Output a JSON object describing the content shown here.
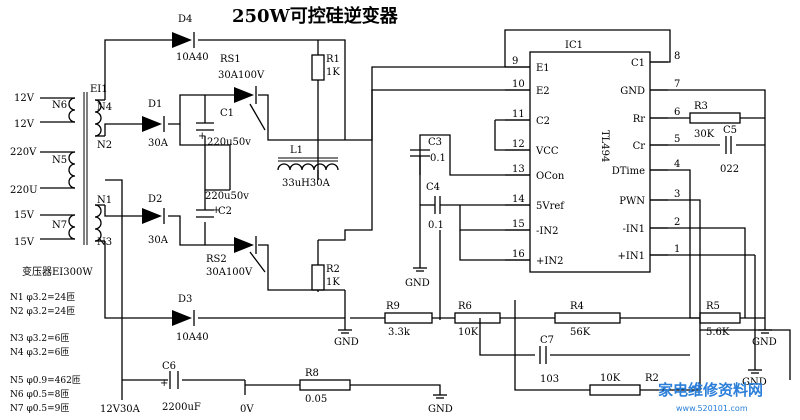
{
  "title": "250W可控硅逆变器",
  "transformer": {
    "name": "EI1",
    "label": "变压器EI300W",
    "taps": [
      "N4",
      "N2",
      "N1",
      "N3"
    ],
    "windings": [
      "N6",
      "N5",
      "N7"
    ],
    "voltages": [
      "12V",
      "12V",
      "220V",
      "220U",
      "15V",
      "15V"
    ]
  },
  "diodes": {
    "d1": "D1",
    "d1v": "30A",
    "d2": "D2",
    "d2v": "30A",
    "d3": "D3",
    "d3v": "10A40",
    "d4": "D4",
    "d4v": "10A40"
  },
  "scr": {
    "rs1": "RS1",
    "rs1v": "30A100V",
    "rs2": "RS2",
    "rs2v": "30A100V"
  },
  "caps": {
    "c1": "C1",
    "c1v": "220u50v",
    "c2": "C2",
    "c2v": "220u50v",
    "c3": "C3",
    "c3v": "0.1",
    "c4": "C4",
    "c4v": "0.1",
    "c5": "C5",
    "c5v": "022",
    "c6": "C6",
    "c6v": "2200uF",
    "c7": "C7",
    "c7v": "103"
  },
  "inductor": {
    "name": "L1",
    "value": "33uH30A"
  },
  "resistors": {
    "r1": "R1",
    "r1v": "1K",
    "r2": "R2",
    "r2v": "1K",
    "r3": "R3",
    "r3v": "30K",
    "r4": "R4",
    "r4v": "56K",
    "r5": "R5",
    "r5v": "5.6K",
    "r6": "R6",
    "r6v": "10K",
    "r8": "R8",
    "r8v": "0.05",
    "r9": "R9",
    "r9v": "3.3k",
    "r2b": "R2",
    "r2bv": "10K"
  },
  "ic": {
    "name": "IC1",
    "part": "TL494",
    "left_pins": [
      {
        "num": "9",
        "name": "E1"
      },
      {
        "num": "10",
        "name": "E2"
      },
      {
        "num": "11",
        "name": "C2"
      },
      {
        "num": "12",
        "name": "VCC"
      },
      {
        "num": "13",
        "name": "OCon"
      },
      {
        "num": "14",
        "name": "5Vref"
      },
      {
        "num": "15",
        "name": "-IN2"
      },
      {
        "num": "16",
        "name": "+IN2"
      }
    ],
    "right_pins": [
      {
        "num": "8",
        "name": "C1"
      },
      {
        "num": "7",
        "name": "GND"
      },
      {
        "num": "6",
        "name": "Rr"
      },
      {
        "num": "5",
        "name": "Cr"
      },
      {
        "num": "4",
        "name": "DTime"
      },
      {
        "num": "3",
        "name": "PWN"
      },
      {
        "num": "2",
        "name": "-IN1"
      },
      {
        "num": "1",
        "name": "+IN1"
      }
    ]
  },
  "grounds": {
    "g1": "GND",
    "g2": "GND",
    "g3": "GND",
    "g4": "GND",
    "g5": "GND"
  },
  "rails": {
    "v12": "12V30A",
    "v0": "0V"
  },
  "notes": [
    "N1  φ3.2=24匝",
    "N2  φ3.2=24匝",
    "N3  φ3.2=6匝",
    "N4  φ3.2=6匝",
    "N5  φ0.9=462匝",
    "N6  φ0.5=8匝",
    "N7  φ0.5=9匝"
  ],
  "watermark": {
    "text": "家电维修资料网",
    "url": "www.520101.com"
  }
}
